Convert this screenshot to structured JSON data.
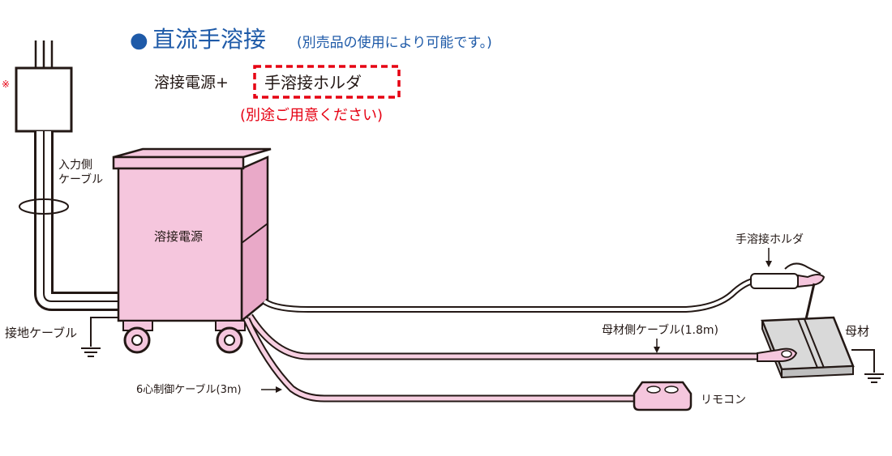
{
  "header": {
    "bullet": "●",
    "title": "直流手溶接",
    "title_note": "(別売品の使用により可能です。)",
    "formula_left": "溶接電源+",
    "formula_boxed": "手溶接ホルダ",
    "formula_note": "(別途ご用意ください)"
  },
  "labels": {
    "note_mark": "※",
    "input_cable_line1": "入力側",
    "input_cable_line2": "ケーブル",
    "power_source": "溶接電源",
    "ground_cable": "接地ケーブル",
    "hand_holder": "手溶接ホルダ",
    "base_cable": "母材側ケーブル(1.8m)",
    "base_metal": "母材",
    "control_cable": "6心制御ケーブル(3m)",
    "remote": "リモコン"
  },
  "colors": {
    "title_blue": "#1e5aa8",
    "accent_red": "#e60012",
    "machine_pink": "#f5c6dd",
    "cable_pink": "#f7cfe1",
    "base_gray": "#d9d9d9",
    "line": "#231815"
  }
}
